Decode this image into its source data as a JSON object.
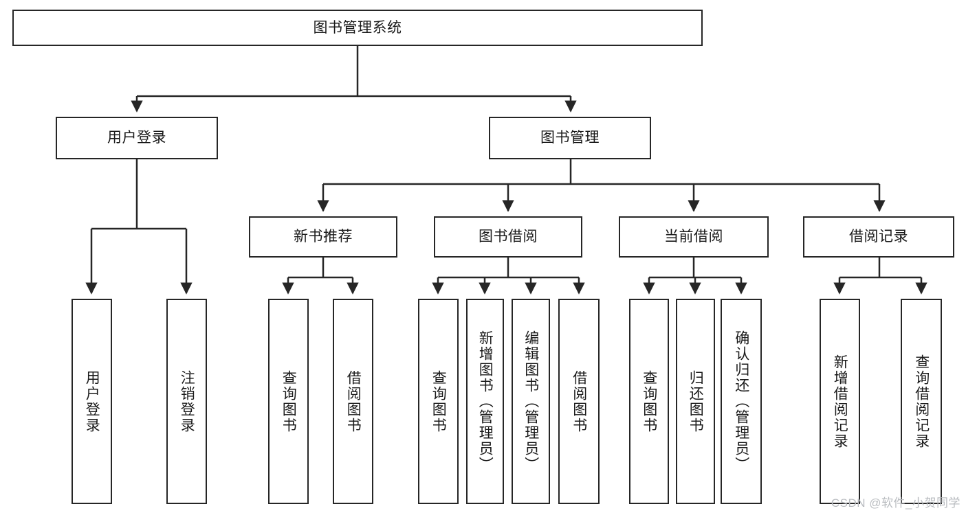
{
  "diagram": {
    "type": "tree-hierarchy-chart",
    "title": "图书管理系统",
    "line_color": "#262626",
    "box_fill": "#ffffff",
    "text_color": "#1a1a1a",
    "levels": {
      "root": "图书管理系统",
      "level2": [
        "用户登录",
        "图书管理"
      ],
      "level3": [
        "新书推荐",
        "图书借阅",
        "当前借阅",
        "借阅记录"
      ]
    },
    "nodes": {
      "root": {
        "label": "图书管理系统"
      },
      "user_login": {
        "label": "用户登录"
      },
      "book_manage": {
        "label": "图书管理"
      },
      "new_book_rec": {
        "label": "新书推荐"
      },
      "book_borrow": {
        "label": "图书借阅"
      },
      "current_borrow": {
        "label": "当前借阅"
      },
      "borrow_record": {
        "label": "借阅记录"
      },
      "leaf_1": {
        "label": "用户登录"
      },
      "leaf_2": {
        "label": "注销登录"
      },
      "leaf_3": {
        "label": "查询图书"
      },
      "leaf_4": {
        "label": "借阅图书"
      },
      "leaf_5": {
        "label": "查询图书"
      },
      "leaf_6": {
        "label": "新增图书（管理员）"
      },
      "leaf_7": {
        "label": "编辑图书（管理员）"
      },
      "leaf_8": {
        "label": "借阅图书"
      },
      "leaf_9": {
        "label": "查询图书"
      },
      "leaf_10": {
        "label": "归还图书"
      },
      "leaf_11": {
        "label": "确认归还（管理员）"
      },
      "leaf_12": {
        "label": "新增借阅记录"
      },
      "leaf_13": {
        "label": "查询借阅记录"
      }
    },
    "edges": [
      {
        "from": "root",
        "to": "user_login"
      },
      {
        "from": "root",
        "to": "book_manage"
      },
      {
        "from": "user_login",
        "to": "leaf_1"
      },
      {
        "from": "user_login",
        "to": "leaf_2"
      },
      {
        "from": "book_manage",
        "to": "new_book_rec"
      },
      {
        "from": "book_manage",
        "to": "book_borrow"
      },
      {
        "from": "book_manage",
        "to": "current_borrow"
      },
      {
        "from": "book_manage",
        "to": "borrow_record"
      },
      {
        "from": "new_book_rec",
        "to": "leaf_3"
      },
      {
        "from": "new_book_rec",
        "to": "leaf_4"
      },
      {
        "from": "book_borrow",
        "to": "leaf_5"
      },
      {
        "from": "book_borrow",
        "to": "leaf_6"
      },
      {
        "from": "book_borrow",
        "to": "leaf_7"
      },
      {
        "from": "book_borrow",
        "to": "leaf_8"
      },
      {
        "from": "current_borrow",
        "to": "leaf_9"
      },
      {
        "from": "current_borrow",
        "to": "leaf_10"
      },
      {
        "from": "current_borrow",
        "to": "leaf_11"
      },
      {
        "from": "borrow_record",
        "to": "leaf_12"
      },
      {
        "from": "borrow_record",
        "to": "leaf_13"
      }
    ]
  },
  "watermark": {
    "text": "CSDN @软件_小贺同学"
  }
}
